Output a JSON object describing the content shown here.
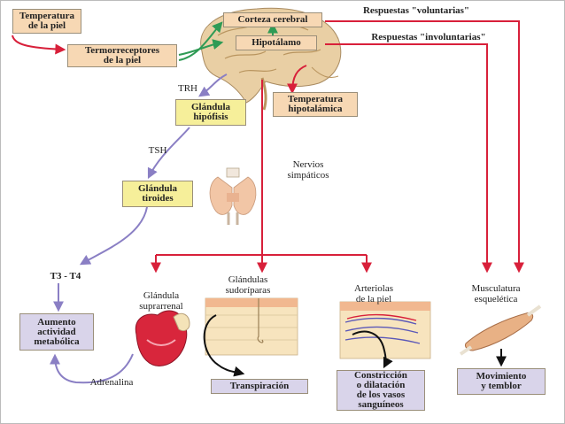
{
  "boxes": {
    "skin_temp": "Temperatura\nde la piel",
    "thermoreceptors": "Termorreceptores\nde la piel",
    "cortex": "Corteza cerebral",
    "hypothalamus": "Hipotálamo",
    "hypothalamic_temp": "Temperatura\nhipotalámica",
    "pituitary": "Glándula\nhipófisis",
    "thyroid": "Glándula\ntiroides",
    "metabolic": "Aumento\nactividad\nmetabólica",
    "sweating": "Transpiración",
    "vasomotion": "Constricción\no dilatación\nde los vasos\nsanguíneos",
    "shivering": "Movimiento\ny temblor"
  },
  "labels": {
    "voluntary": "Respuestas \"voluntarias\"",
    "involuntary": "Respuestas \"involuntarias\"",
    "trh": "TRH",
    "tsh": "TSH",
    "sympathetic": "Nervios\nsimpáticos",
    "t3t4": "T3 - T4",
    "adrenal": "Glándula\nsuprarrenal",
    "sweat_glands": "Glándulas\nsudoríparas",
    "arterioles": "Arteriolas\nde la piel",
    "muscle": "Musculatura\nesquelética",
    "adrenaline": "Adrenalina"
  },
  "colors": {
    "red_arrow": "#d8203a",
    "green_arrow": "#2f9b55",
    "purple_arrow": "#8a7fc4",
    "brain": "#e9cfa4",
    "black": "#111111"
  },
  "icons": [
    "brain-icon",
    "thyroid-icon",
    "adrenal-gland-icon",
    "skin-section-icon",
    "muscle-icon"
  ]
}
